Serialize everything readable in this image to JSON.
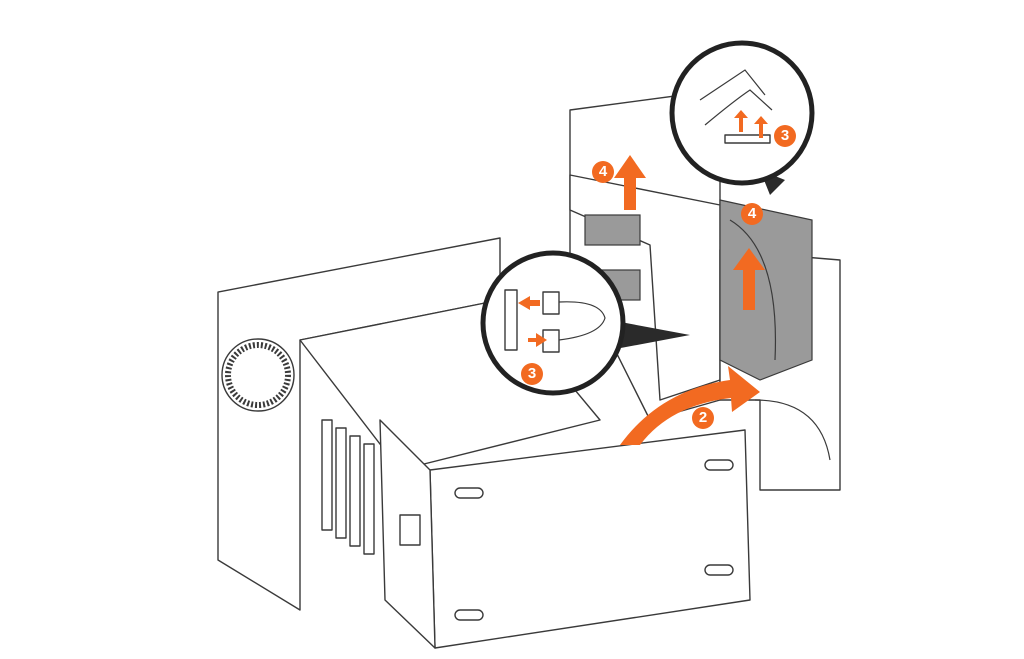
{
  "diagram": {
    "subject": "desktop-computer-drive-removal",
    "accent_color": "#f26a21",
    "line_color": "#3a3a3a",
    "steps": [
      {
        "id": "step-2-rotate-bay",
        "label": "2"
      },
      {
        "id": "step-3-disconnect-optical",
        "label": "3"
      },
      {
        "id": "step-3-disconnect-hdd",
        "label": "3"
      },
      {
        "id": "step-4-remove-optical",
        "label": "4"
      },
      {
        "id": "step-4-remove-hdd",
        "label": "4"
      }
    ]
  }
}
